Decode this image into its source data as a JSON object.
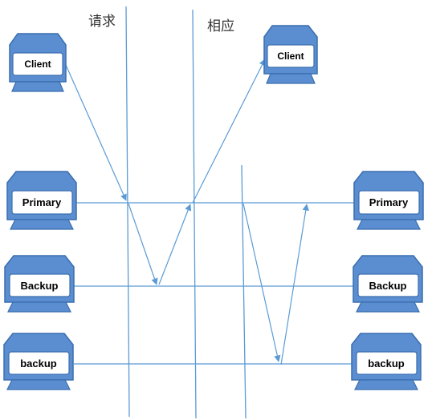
{
  "phase_labels": {
    "request": "请求",
    "response": "相应"
  },
  "nodes": {
    "client_left": "Client",
    "client_right": "Client",
    "primary_left": "Primary",
    "primary_right": "Primary",
    "backup_left": "Backup",
    "backup_right": "Backup",
    "backup2_left": "backup",
    "backup2_right": "backup"
  },
  "colors": {
    "terminal_fill": "#5B8ED0",
    "terminal_stroke": "#3A6EAF",
    "screen_fill": "#FFFFFF",
    "line": "#5B9BD5"
  }
}
